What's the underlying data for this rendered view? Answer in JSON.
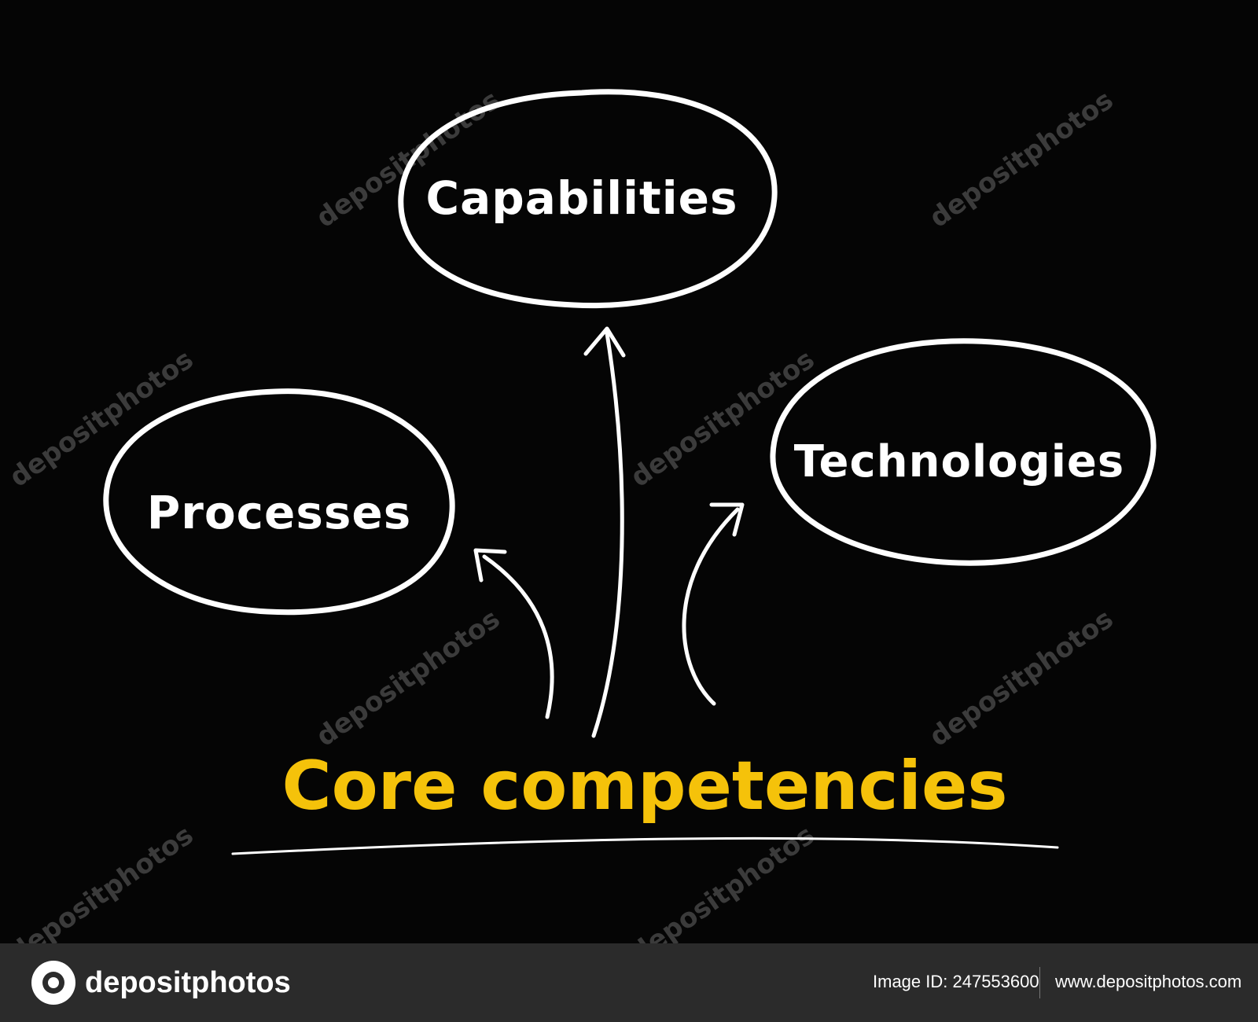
{
  "diagram": {
    "nodes": {
      "capabilities": "Capabilities",
      "processes": "Processes",
      "technologies": "Technologies"
    },
    "title": "Core competencies",
    "colors": {
      "background": "#050505",
      "lines": "#ffffff",
      "title": "#f5c20a"
    }
  },
  "watermark": {
    "text": "depositphotos"
  },
  "footer": {
    "brand": "depositphotos",
    "image_id": "Image ID: 247553600",
    "site": "www.depositphotos.com"
  }
}
